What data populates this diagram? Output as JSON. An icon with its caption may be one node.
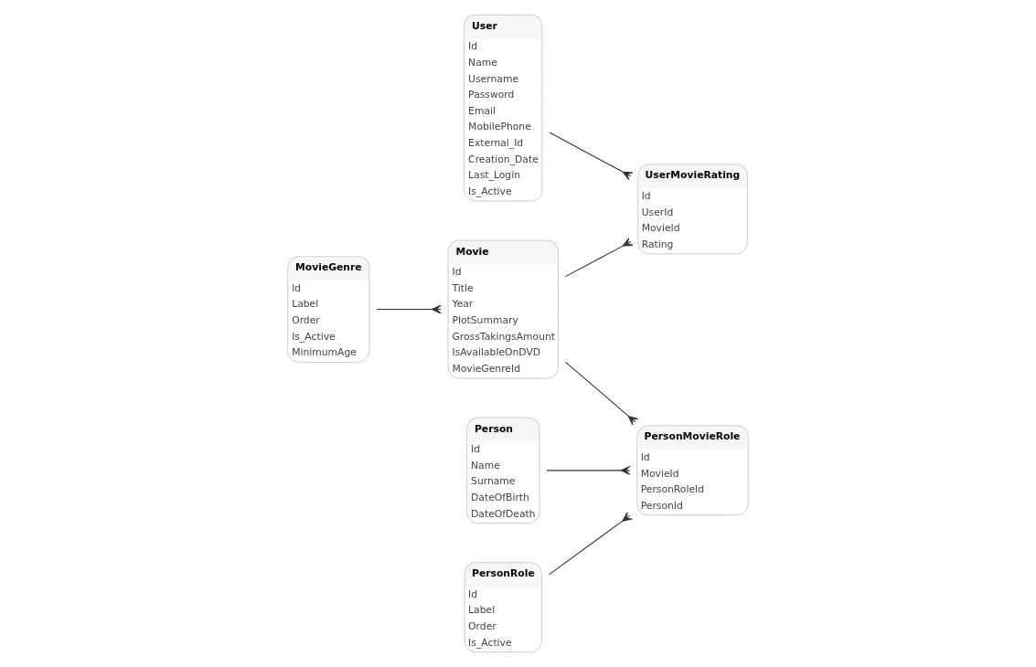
{
  "diagram": {
    "nodes": [
      {
        "text": [
          "MovieGenre",
          "Id",
          "Label",
          "Order",
          "Is_Active",
          "MinimumAge"
        ]
      },
      {
        "text": [
          "Movie",
          "Id",
          "Title",
          "Year",
          "PlotSummary",
          "GrossTakingsAmount",
          "IsAvailableOnDVD",
          "MovieGenreId"
        ]
      },
      {
        "text": [
          "UserMovieRating",
          "Id",
          "UserId",
          "MovieId",
          "Rating"
        ]
      },
      {
        "text": [
          "User",
          "Id",
          "Name",
          "Username",
          "Password",
          "Email",
          "MobilePhone",
          "External_Id",
          "Creation_Date",
          "Last_Login",
          "Is_Active"
        ]
      },
      {
        "text": [
          "Person",
          "Id",
          "Name",
          "Surname",
          "DateOfBirth",
          "DateOfDeath"
        ]
      },
      {
        "text": [
          "PersonMovieRole",
          "Id",
          "MovieId",
          "PersonRoleId",
          "PersonId"
        ]
      },
      {
        "text": [
          "PersonRole",
          "Id",
          "Label",
          "Order",
          "Is_Active"
        ]
      }
    ],
    "edges": [
      {
        "from": 0,
        "to": 1,
        "arrow": "other"
      },
      {
        "from": 1,
        "to": 2,
        "arrow": "other"
      },
      {
        "from": 3,
        "to": 2,
        "arrow": "other"
      },
      {
        "from": 1,
        "to": 5,
        "arrow": "other"
      },
      {
        "from": 4,
        "to": 5,
        "arrow": "other"
      },
      {
        "from": 6,
        "to": 5,
        "arrow": "other"
      }
    ]
  }
}
